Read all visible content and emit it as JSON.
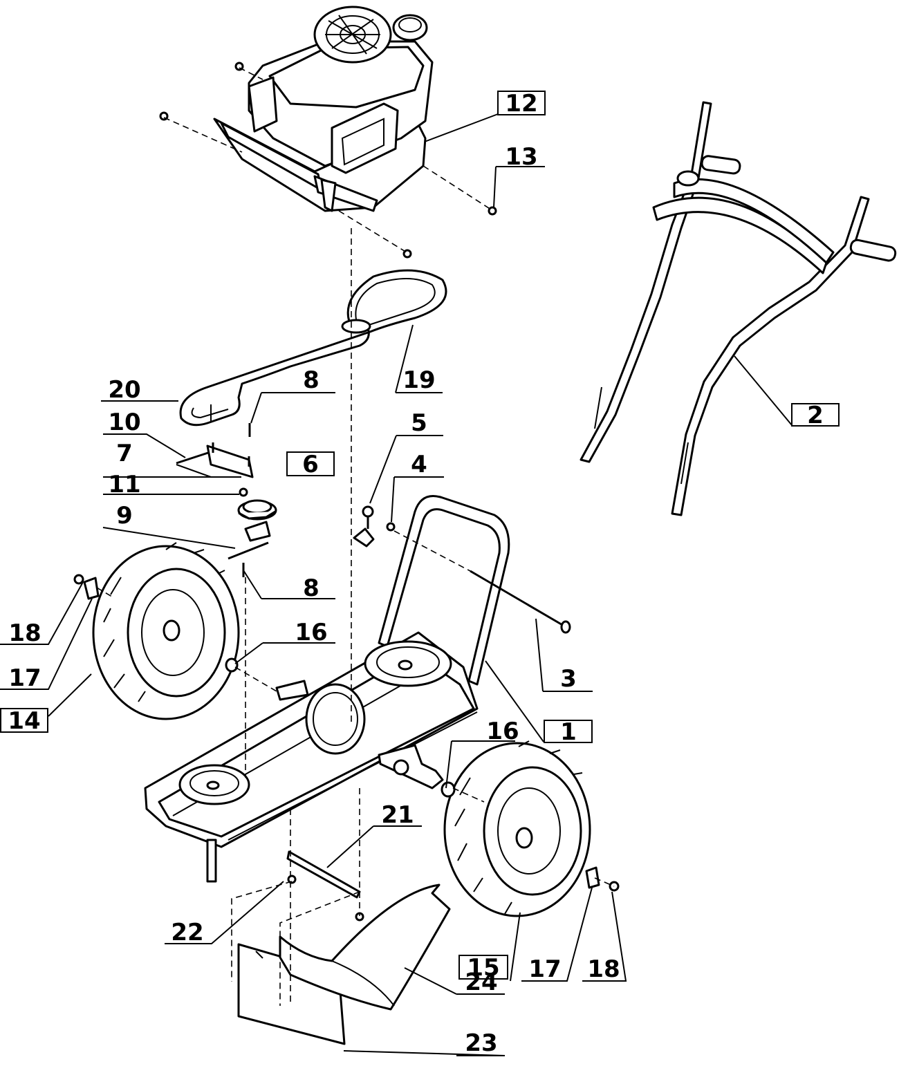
{
  "callouts": [
    {
      "id": "c1",
      "label": "1",
      "boxed": true
    },
    {
      "id": "c2",
      "label": "2",
      "boxed": true
    },
    {
      "id": "c3",
      "label": "3",
      "boxed": false
    },
    {
      "id": "c4",
      "label": "4",
      "boxed": false
    },
    {
      "id": "c5",
      "label": "5",
      "boxed": false
    },
    {
      "id": "c6",
      "label": "6",
      "boxed": true
    },
    {
      "id": "c7",
      "label": "7",
      "boxed": false
    },
    {
      "id": "c8a",
      "label": "8",
      "boxed": false
    },
    {
      "id": "c8b",
      "label": "8",
      "boxed": false
    },
    {
      "id": "c9",
      "label": "9",
      "boxed": false
    },
    {
      "id": "c10",
      "label": "10",
      "boxed": false
    },
    {
      "id": "c11",
      "label": "11",
      "boxed": false
    },
    {
      "id": "c12",
      "label": "12",
      "boxed": true
    },
    {
      "id": "c13",
      "label": "13",
      "boxed": false
    },
    {
      "id": "c14",
      "label": "14",
      "boxed": true
    },
    {
      "id": "c15",
      "label": "15",
      "boxed": true
    },
    {
      "id": "c16a",
      "label": "16",
      "boxed": false
    },
    {
      "id": "c16b",
      "label": "16",
      "boxed": false
    },
    {
      "id": "c17a",
      "label": "17",
      "boxed": false
    },
    {
      "id": "c17b",
      "label": "17",
      "boxed": false
    },
    {
      "id": "c18a",
      "label": "18",
      "boxed": false
    },
    {
      "id": "c18b",
      "label": "18",
      "boxed": false
    },
    {
      "id": "c19",
      "label": "19",
      "boxed": false
    },
    {
      "id": "c20",
      "label": "20",
      "boxed": false
    },
    {
      "id": "c21",
      "label": "21",
      "boxed": false
    },
    {
      "id": "c22",
      "label": "22",
      "boxed": false
    },
    {
      "id": "c23",
      "label": "23",
      "boxed": false
    },
    {
      "id": "c24",
      "label": "24",
      "boxed": false
    }
  ]
}
